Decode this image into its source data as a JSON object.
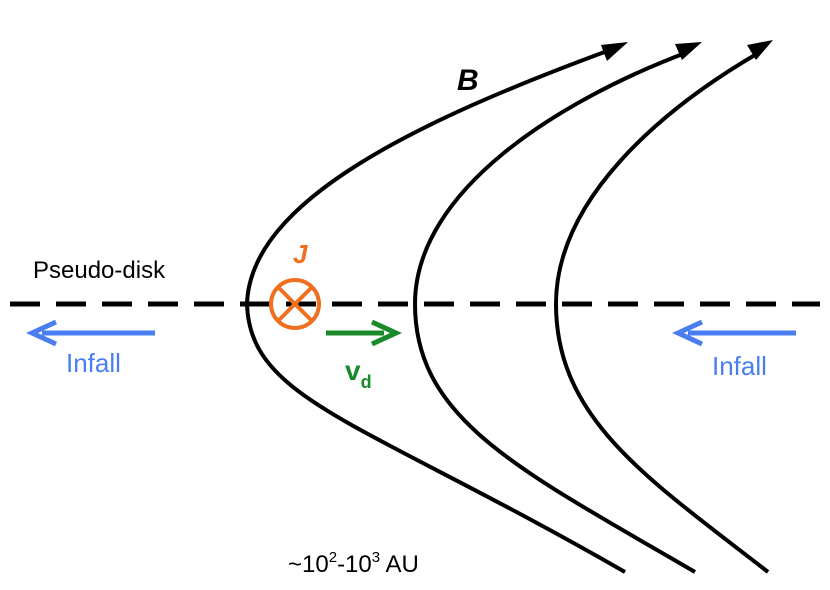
{
  "field_label": "B",
  "current_label": "J",
  "drift_label": {
    "main": "v",
    "sub": "d"
  },
  "disk_label": "Pseudo-disk",
  "infall_left": "Infall",
  "infall_right": "Infall",
  "scale_label": {
    "prefix": "~10",
    "exp1": "2",
    "mid": "-10",
    "exp2": "3",
    "suffix": " AU"
  },
  "colors": {
    "field_lines": "#000000",
    "current": "#f07020",
    "drift": "#1a8a2a",
    "infall": "#4a7ef0",
    "text": "#000000"
  }
}
